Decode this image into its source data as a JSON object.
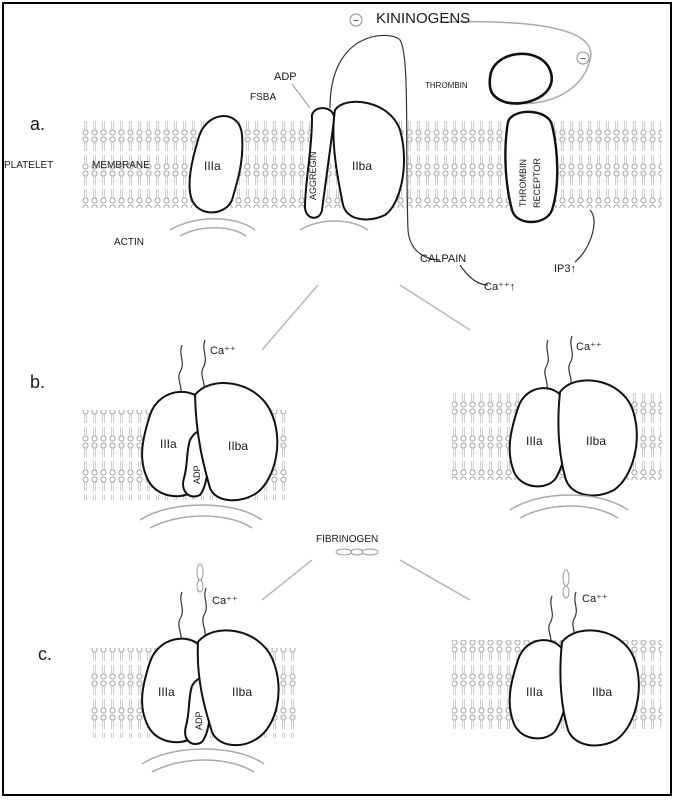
{
  "labels": {
    "kininogens": "KININOGENS",
    "minus": "−",
    "thrombin": "THROMBIN",
    "adp": "ADP",
    "fsba": "FSBA",
    "panel_a": "a.",
    "panel_b": "b.",
    "panel_c": "c.",
    "platelet": "PLATELET",
    "membrane": "MEMBRANE",
    "iiia": "IIIa",
    "aggregin": "AGGREGIN",
    "iiba": "IIba",
    "thrombin_receptor_1": "THROMBIN",
    "thrombin_receptor_2": "RECEPTOR",
    "actin": "ACTIN",
    "calpain": "CALPAIN",
    "ip3": "IP3↑",
    "ca_up": "Ca⁺⁺↑",
    "ca": "Ca⁺⁺",
    "fibrinogen": "FIBRINOGEN"
  }
}
